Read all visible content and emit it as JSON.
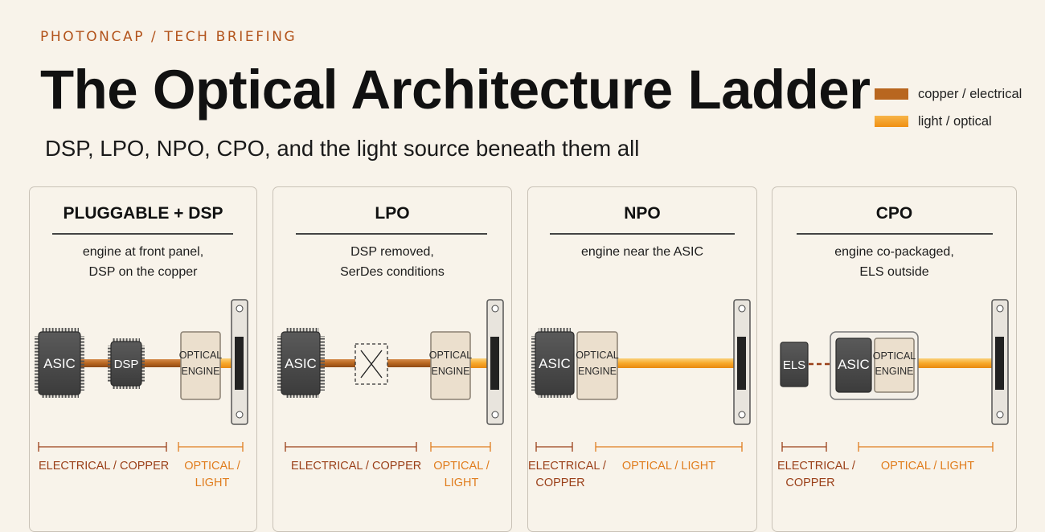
{
  "header": {
    "eyebrow": "PHOTONCAP / TECH BRIEFING",
    "title": "The Optical Architecture Ladder",
    "subtitle": "DSP, LPO, NPO, CPO, and the light source beneath them all"
  },
  "legend": {
    "items": [
      {
        "label": "copper / electrical",
        "color": "#b8661f"
      },
      {
        "label": "light / optical",
        "color": "#f39a1c"
      }
    ]
  },
  "panels": [
    {
      "title": "PLUGGABLE + DSP",
      "desc_line1": "engine at front panel,",
      "desc_line2": "DSP on the copper",
      "asic": "ASIC",
      "dsp": "DSP",
      "engine_line1": "OPTICAL",
      "engine_line2": "ENGINE",
      "electrical_line1": "ELECTRICAL / COPPER",
      "optical_line1": "OPTICAL /",
      "optical_line2": "LIGHT"
    },
    {
      "title": "LPO",
      "desc_line1": "DSP removed,",
      "desc_line2": "SerDes conditions",
      "asic": "ASIC",
      "engine_line1": "OPTICAL",
      "engine_line2": "ENGINE",
      "electrical_line1": "ELECTRICAL / COPPER",
      "optical_line1": "OPTICAL /",
      "optical_line2": "LIGHT"
    },
    {
      "title": "NPO",
      "desc_line1": "engine near the ASIC",
      "asic": "ASIC",
      "engine_line1": "OPTICAL",
      "engine_line2": "ENGINE",
      "electrical_line1": "ELECTRICAL /",
      "electrical_line2": "COPPER",
      "optical_line1": "OPTICAL / LIGHT"
    },
    {
      "title": "CPO",
      "desc_line1": "engine co-packaged,",
      "desc_line2": "ELS outside",
      "els": "ELS",
      "asic": "ASIC",
      "engine_line1": "OPTICAL",
      "engine_line2": "ENGINE",
      "electrical_line1": "ELECTRICAL /",
      "electrical_line2": "COPPER",
      "optical_line1": "OPTICAL / LIGHT"
    }
  ],
  "colors": {
    "accent": "#b2531b",
    "copper": "#b8661f",
    "light": "#f39a1c",
    "chip": "#4a4a4a",
    "engine": "#ebdfcd"
  }
}
